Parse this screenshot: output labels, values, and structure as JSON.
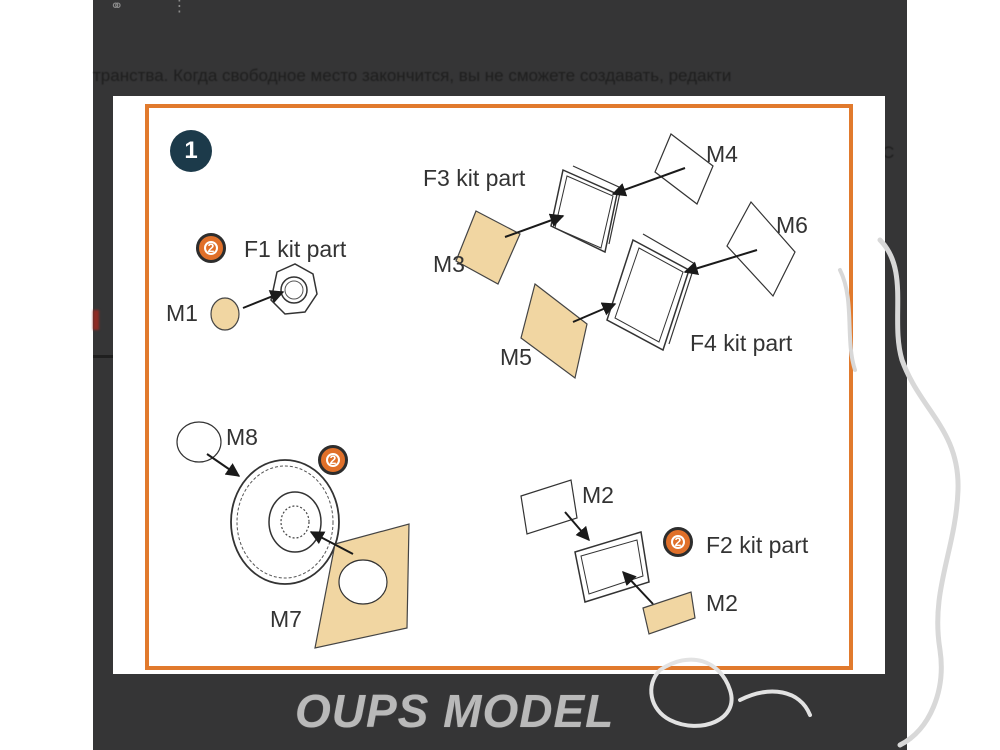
{
  "background_page": {
    "text_line": "транства. Когда свободное место закончится, вы не сможете создавать, редакти",
    "right_bleed": "С"
  },
  "top_icons": [
    "link-icon",
    "more-vertical-icon"
  ],
  "instruction": {
    "step_number": "1",
    "labels": {
      "f1_kit_part": "F1 kit part",
      "f2_kit_part": "F2 kit part",
      "f3_kit_part": "F3 kit part",
      "f4_kit_part": "F4 kit part",
      "m1": "M1",
      "m2_top": "M2",
      "m2_bottom": "M2",
      "m3": "M3",
      "m4": "M4",
      "m5": "M5",
      "m6": "M6",
      "m7": "M7",
      "m8": "M8"
    },
    "kit_icon_glyph": "2"
  },
  "watermark": "OUPS MODEL",
  "colors": {
    "frame_orange": "#e17a2d",
    "badge_navy": "#1c3a4a",
    "mask_tan": "#f1d6a2",
    "dark_background": "#353536"
  }
}
